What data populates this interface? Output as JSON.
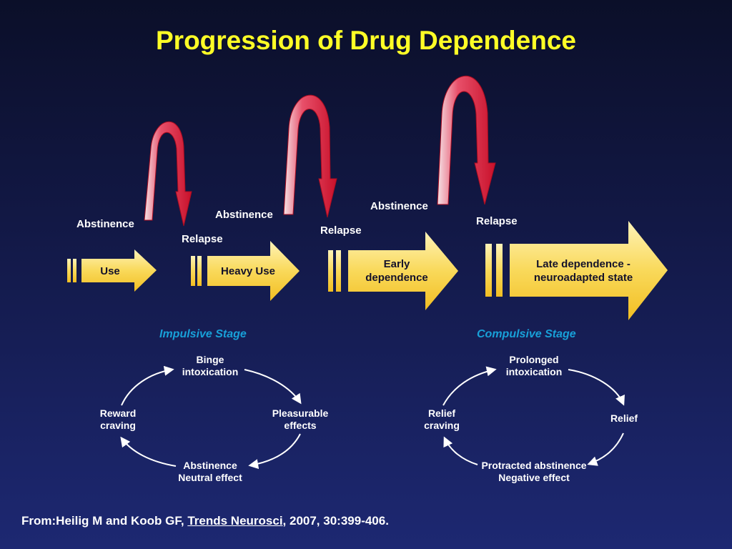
{
  "slide": {
    "title": "Progression of Drug Dependence",
    "colors": {
      "title": "#ffff26",
      "stage_label": "#18a0d8",
      "arrow_fill": "#f9c82a",
      "loop_red": "#d21a2c",
      "text": "#ffffff"
    }
  },
  "progression": {
    "arrows": [
      {
        "label": "Use"
      },
      {
        "label": "Heavy Use"
      },
      {
        "label": "Early\ndependence"
      },
      {
        "label": "Late dependence -\nneuroadapted state"
      }
    ],
    "loops": [
      {
        "abstinence": "Abstinence",
        "relapse": "Relapse"
      },
      {
        "abstinence": "Abstinence",
        "relapse": "Relapse"
      },
      {
        "abstinence": "Abstinence",
        "relapse": "Relapse"
      }
    ]
  },
  "stages": {
    "impulsive": {
      "name": "Impulsive Stage",
      "top": "Binge\nintoxication",
      "right": "Pleasurable\neffects",
      "bottom": "Abstinence\nNeutral effect",
      "left": "Reward\ncraving"
    },
    "compulsive": {
      "name": "Compulsive Stage",
      "top": "Prolonged\nintoxication",
      "right": "Relief",
      "bottom": "Protracted abstinence\nNegative effect",
      "left": "Relief\ncraving"
    }
  },
  "citation": {
    "prefix": "From:Heilig M and Koob GF, ",
    "journal": "Trends Neurosci",
    "suffix": ", 2007, 30:399-406."
  }
}
